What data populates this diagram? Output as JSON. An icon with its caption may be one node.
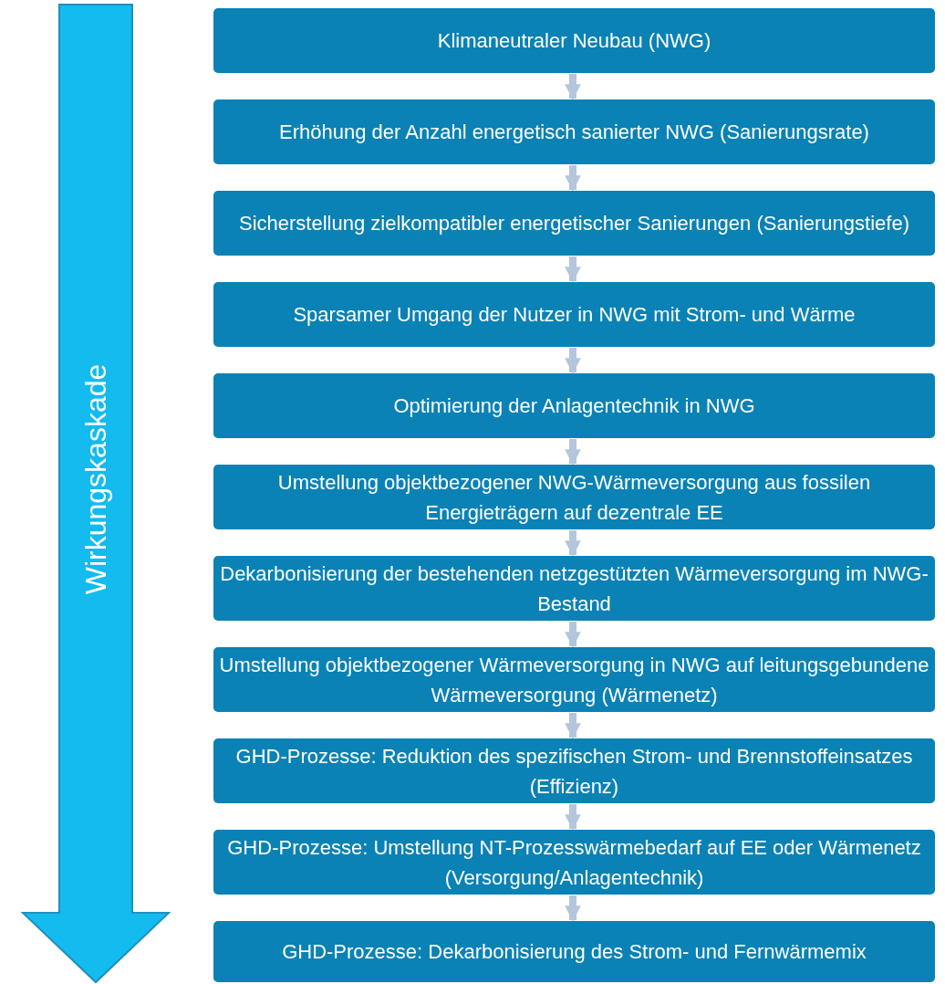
{
  "diagram": {
    "nodes": [
      {
        "text": [
          "Klimaneutraler Neubau (NWG)"
        ]
      },
      {
        "text": [
          "Erhöhung der Anzahl energetisch sanierter NWG (Sanierungsrate)"
        ]
      },
      {
        "text": [
          "Sicherstellung zielkompatibler energetischer Sanierungen (Sanierungstiefe)"
        ]
      },
      {
        "text": [
          "Sparsamer Umgang der Nutzer in NWG mit Strom- und Wärme"
        ]
      },
      {
        "text": [
          "Optimierung der Anlagentechnik in NWG"
        ]
      },
      {
        "text": [
          "Umstellung objektbezogener NWG-Wärmeversorgung aus fossilen Energieträgern auf dezentrale EE"
        ]
      },
      {
        "text": [
          "Dekarbonisierung der bestehenden netzgestützten Wärmeversorgung im NWG-Bestand"
        ]
      },
      {
        "text": [
          "Umstellung objektbezogener Wärmeversorgung in NWG auf leitungsgebundene Wärmeversorgung (Wärmenetz)"
        ]
      },
      {
        "text": [
          "GHD-Prozesse: Reduktion des spezifischen Strom- und Brennstoffeinsatzes (Effizienz)"
        ]
      },
      {
        "text": [
          "GHD-Prozesse: Umstellung NT-Prozesswärmebedarf auf EE oder Wärmenetz (Versorgung/Anlagentechnik)"
        ]
      },
      {
        "text": [
          "GHD-Prozesse: Dekarbonisierung des Strom- und Fernwärmemix"
        ]
      }
    ],
    "edges": [
      {
        "from": 0,
        "to": 1,
        "arrow": "to"
      },
      {
        "from": 1,
        "to": 2,
        "arrow": "to"
      },
      {
        "from": 2,
        "to": 3,
        "arrow": "to"
      },
      {
        "from": 3,
        "to": 4,
        "arrow": "to"
      },
      {
        "from": 4,
        "to": 5,
        "arrow": "to"
      },
      {
        "from": 5,
        "to": 6,
        "arrow": "to"
      },
      {
        "from": 6,
        "to": 7,
        "arrow": "to"
      },
      {
        "from": 7,
        "to": 8,
        "arrow": "to"
      },
      {
        "from": 8,
        "to": 9,
        "arrow": "to"
      },
      {
        "from": 9,
        "to": 10,
        "arrow": "to"
      }
    ],
    "labels": [
      "Wirkungskaskade"
    ]
  }
}
